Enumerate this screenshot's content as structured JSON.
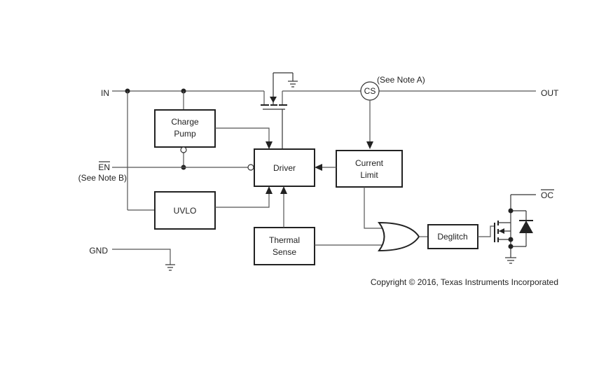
{
  "pins": {
    "in": "IN",
    "out": "OUT",
    "en": "EN",
    "en_note": "(See Note B)",
    "gnd": "GND",
    "oc": "OC"
  },
  "blocks": {
    "charge_pump_line1": "Charge",
    "charge_pump_line2": "Pump",
    "uvlo": "UVLO",
    "driver": "Driver",
    "current_limit_line1": "Current",
    "current_limit_line2": "Limit",
    "thermal_sense_line1": "Thermal",
    "thermal_sense_line2": "Sense",
    "deglitch": "Deglitch",
    "cs": "CS"
  },
  "notes": {
    "cs_note": "(See Note A)"
  },
  "copyright": "Copyright © 2016, Texas Instruments Incorporated"
}
